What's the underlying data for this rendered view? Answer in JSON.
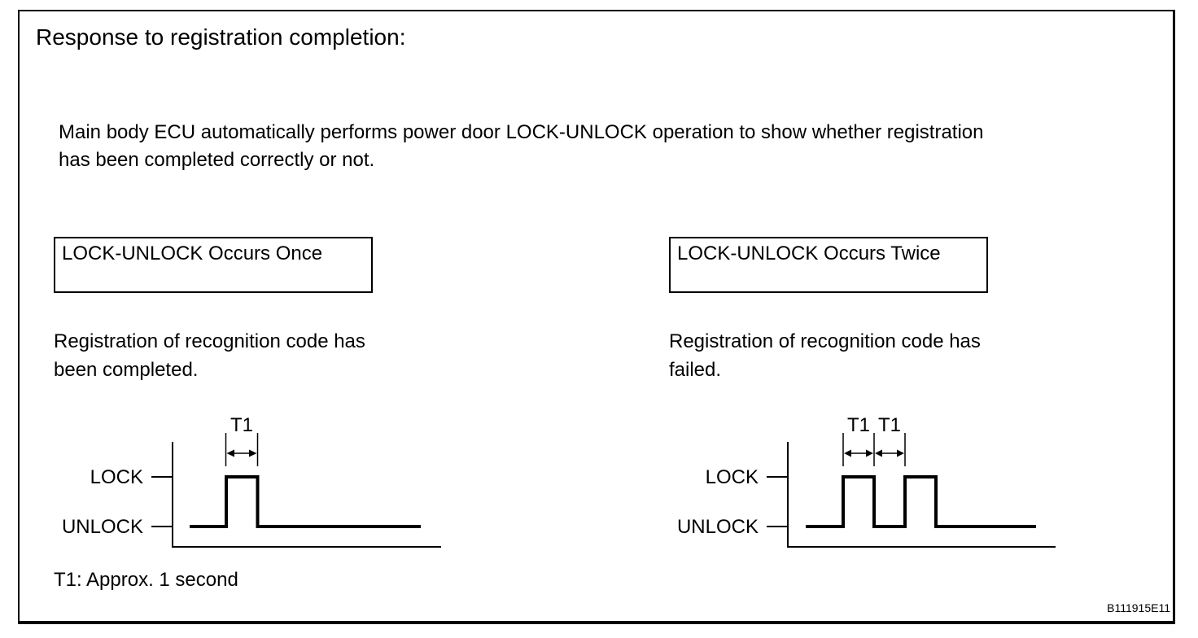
{
  "colors": {
    "ink": "#000000",
    "background": "#ffffff"
  },
  "title": "Response to registration completion:",
  "description_lines": [
    "Main body ECU automatically performs power door LOCK-UNLOCK operation to show whether registration",
    "has been completed correctly or not."
  ],
  "panels": {
    "left": {
      "box_label": "LOCK-UNLOCK Occurs Once",
      "caption_lines": [
        "Registration of recognition code has",
        "been completed."
      ],
      "signal_labels": {
        "high": "LOCK",
        "low": "UNLOCK"
      },
      "t1_labels": [
        "T1"
      ],
      "pulse_count": 1
    },
    "right": {
      "box_label": "LOCK-UNLOCK Occurs Twice",
      "caption_lines": [
        "Registration of recognition code has",
        "failed."
      ],
      "signal_labels": {
        "high": "LOCK",
        "low": "UNLOCK"
      },
      "t1_labels": [
        "T1",
        "T1"
      ],
      "pulse_count": 2
    }
  },
  "note": "T1: Approx. 1 second",
  "figure_code": "B111915E11"
}
